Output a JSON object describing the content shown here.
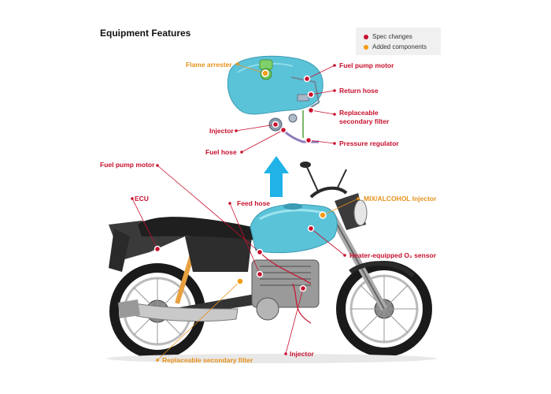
{
  "title": "Equipment Features",
  "legend": {
    "spec_changes": "Spec changes",
    "added_components": "Added components"
  },
  "colors": {
    "spec": "#c8102e",
    "added": "#f39c12",
    "tank": "#5bc3d8",
    "arrow": "#1fb3e8"
  },
  "labels": {
    "flame_arrester": "Flame arrester",
    "fuel_pump_motor_top": "Fuel pump motor",
    "return_hose": "Return hose",
    "replaceable_secondary_filter_top_1": "Replaceable",
    "replaceable_secondary_filter_top_2": "secondary filter",
    "injector_top": "Injector",
    "fuel_hose": "Fuel hose",
    "pressure_regulator": "Pressure regulator",
    "fuel_pump_motor_bike": "Fuel pump motor",
    "ecu": "ECU",
    "feed_hose": "Feed hose",
    "mix_alcohol_injector": "MIX/ALCOHOL Injector",
    "heater_o2_sensor": "Heater-equipped O₂ sensor",
    "injector_bike": "Injector",
    "replaceable_secondary_filter_bike": "Replaceable secondary filter"
  }
}
